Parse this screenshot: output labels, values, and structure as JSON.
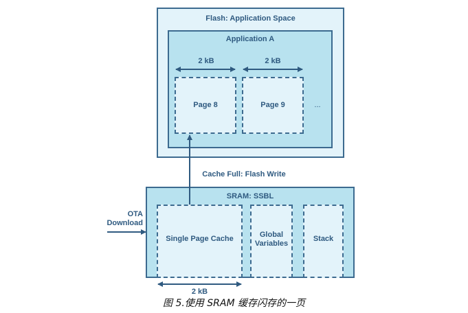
{
  "flash": {
    "title": "Flash: Application Space",
    "application": {
      "title": "Application A",
      "page_sizes": [
        "2 kB",
        "2 kB"
      ],
      "pages": [
        "Page 8",
        "Page 9"
      ],
      "ellipsis": "..."
    }
  },
  "transfer_label": "Cache Full: Flash Write",
  "sram": {
    "title": "SRAM: SSBL",
    "regions": [
      "Single Page Cache",
      "Global Variables",
      "Stack"
    ],
    "cache_size": "2 kB"
  },
  "input_label_line1": "OTA",
  "input_label_line2": "Download",
  "caption": "图 5.使用 SRAM 缓存闪存的一页",
  "colors": {
    "border": "#3c6a8f",
    "light_fill": "#e3f3fa",
    "mid_fill": "#b8e2ef",
    "text": "#2f5a80"
  }
}
